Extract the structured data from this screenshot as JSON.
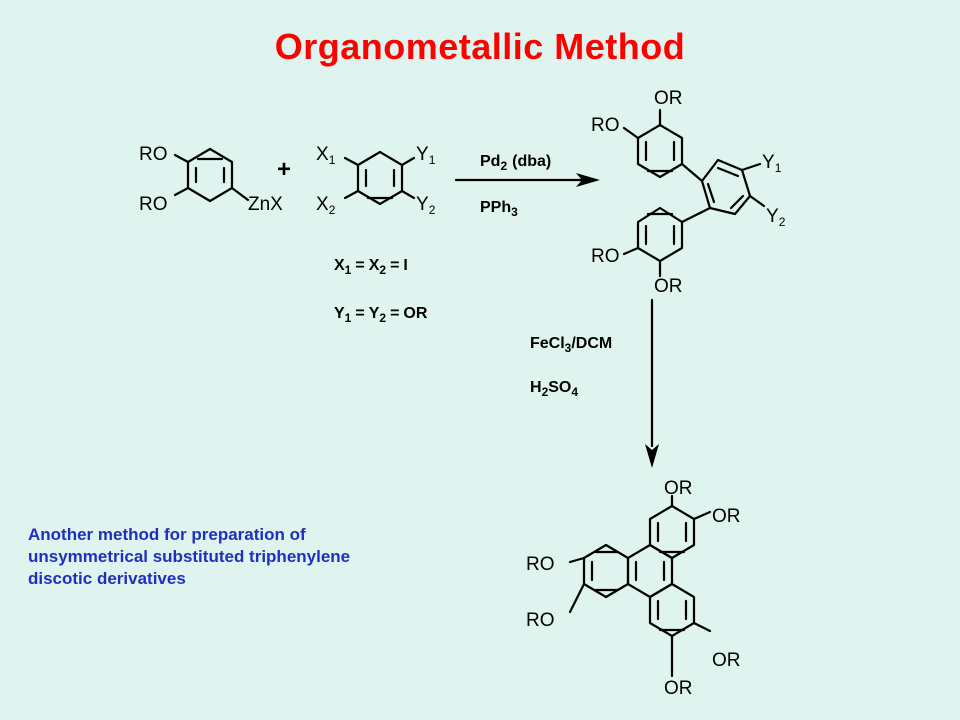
{
  "title": "Organometallic Method",
  "note": {
    "line1": "Another method for preparation  of",
    "line2": "unsymmetrical substituted triphenylene",
    "line3": "discotic derivatives"
  },
  "labels": {
    "RO": "RO",
    "OR": "OR",
    "ZnX": "ZnX",
    "plus": "+",
    "X": "X",
    "Y": "Y",
    "one": "1",
    "two": "2",
    "three": "3",
    "four": "4"
  },
  "reagents": {
    "pd": "Pd",
    "dba": "(dba)",
    "pph": "PPh",
    "fecl": "FeCl",
    "dcm": "/DCM",
    "h": "H",
    "so": "SO"
  },
  "conditions": {
    "eq": "=",
    "i": "I",
    "or": "OR"
  }
}
